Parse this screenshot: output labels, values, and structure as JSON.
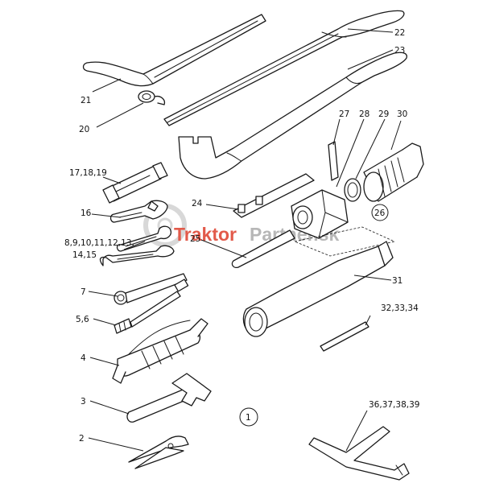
{
  "watermark": {
    "text_a": "Traktor",
    "text_b": "Partner.sk",
    "color_a": "#e25a4a",
    "color_b": "#b7b7b7"
  },
  "labels": {
    "l21": "21",
    "l22": "22",
    "l23": "23",
    "l20": "20",
    "l27": "27",
    "l28": "28",
    "l29": "29",
    "l30": "30",
    "l17": "17,18,19",
    "l24": "24",
    "l26": "26",
    "l16": "16",
    "l8": "8,9,10,11,12,13,",
    "l14": "14,15",
    "l25": "25",
    "l31": "31",
    "l7": "7",
    "l32": "32,33,34",
    "l5": "5,6",
    "l4": "4",
    "l3": "3",
    "l1": "1",
    "l36": "36,37,38,39",
    "l2": "2"
  }
}
